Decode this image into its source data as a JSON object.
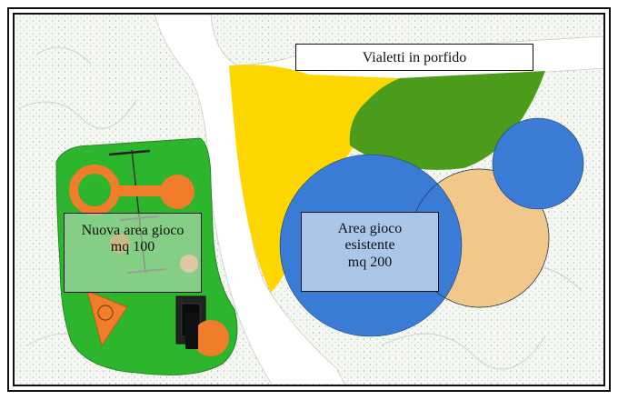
{
  "labels": {
    "paths": "Vialetti in porfido",
    "new_area": {
      "line1": "Nuova area gioco",
      "line2": "mq 100"
    },
    "existing_area": {
      "line1": "Area gioco",
      "line2": "esistente",
      "line3": "mq 200"
    }
  },
  "colors": {
    "grass_texture": "#f4f6f2",
    "path": "#ffffff",
    "new_area_green": "#2db52d",
    "play_orange": "#f07d2a",
    "yellow_zone": "#ffd700",
    "dark_green_zone": "#4a9c1a",
    "blue_zone": "#3a7bd5",
    "sand_zone": "#f2c88a",
    "frame": "#111111"
  }
}
